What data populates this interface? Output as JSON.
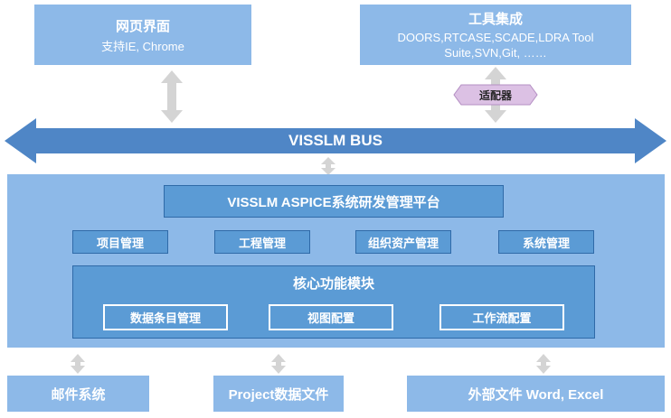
{
  "web": {
    "title": "网页界面",
    "subtitle": "支持IE, Chrome"
  },
  "tools": {
    "title": "工具集成",
    "line1": "DOORS,RTCASE,SCADE,LDRA Tool",
    "line2": "Suite,SVN,Git, ……",
    "adapter": "适配器"
  },
  "bus": {
    "label": "VISSLM BUS"
  },
  "platform": {
    "title": "VISSLM ASPICE系统研发管理平台",
    "modules": [
      "项目管理",
      "工程管理",
      "组织资产管理",
      "系统管理"
    ],
    "core": {
      "title": "核心功能模块",
      "items": [
        "数据条目管理",
        "视图配置",
        "工作流配置"
      ]
    }
  },
  "bottom": {
    "mail": "邮件系统",
    "project": "Project数据文件",
    "external": "外部文件 Word, Excel"
  },
  "colors": {
    "light_blue": "#8db9e8",
    "mid_blue": "#5b9bd5",
    "bus_blue": "#4f86c6",
    "adapter_fill": "#dcc1e4",
    "arrow_gray": "#d4d4d4"
  }
}
